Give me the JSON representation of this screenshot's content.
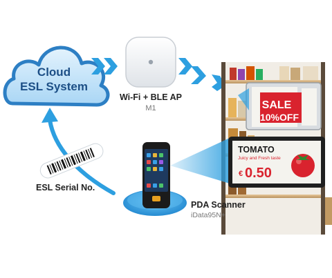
{
  "cloud": {
    "line1": "Cloud",
    "line2": "ESL System"
  },
  "access_point": {
    "title": "Wi-Fi + BLE AP",
    "model": "M1"
  },
  "serial": {
    "label": "ESL Serial No."
  },
  "pda": {
    "title": "PDA Scanner",
    "model": "iData95N+"
  },
  "sale_tag": {
    "line1": "SALE",
    "line2": "10%OFF"
  },
  "product_tag": {
    "name": "TOMATO",
    "desc": "Juicy and Fresh taste",
    "currency": "€",
    "price": "0.50"
  },
  "colors": {
    "accent_blue": "#2d9fe0",
    "cloud_fill": "#bfe0f7",
    "tag_red": "#d9232e"
  }
}
